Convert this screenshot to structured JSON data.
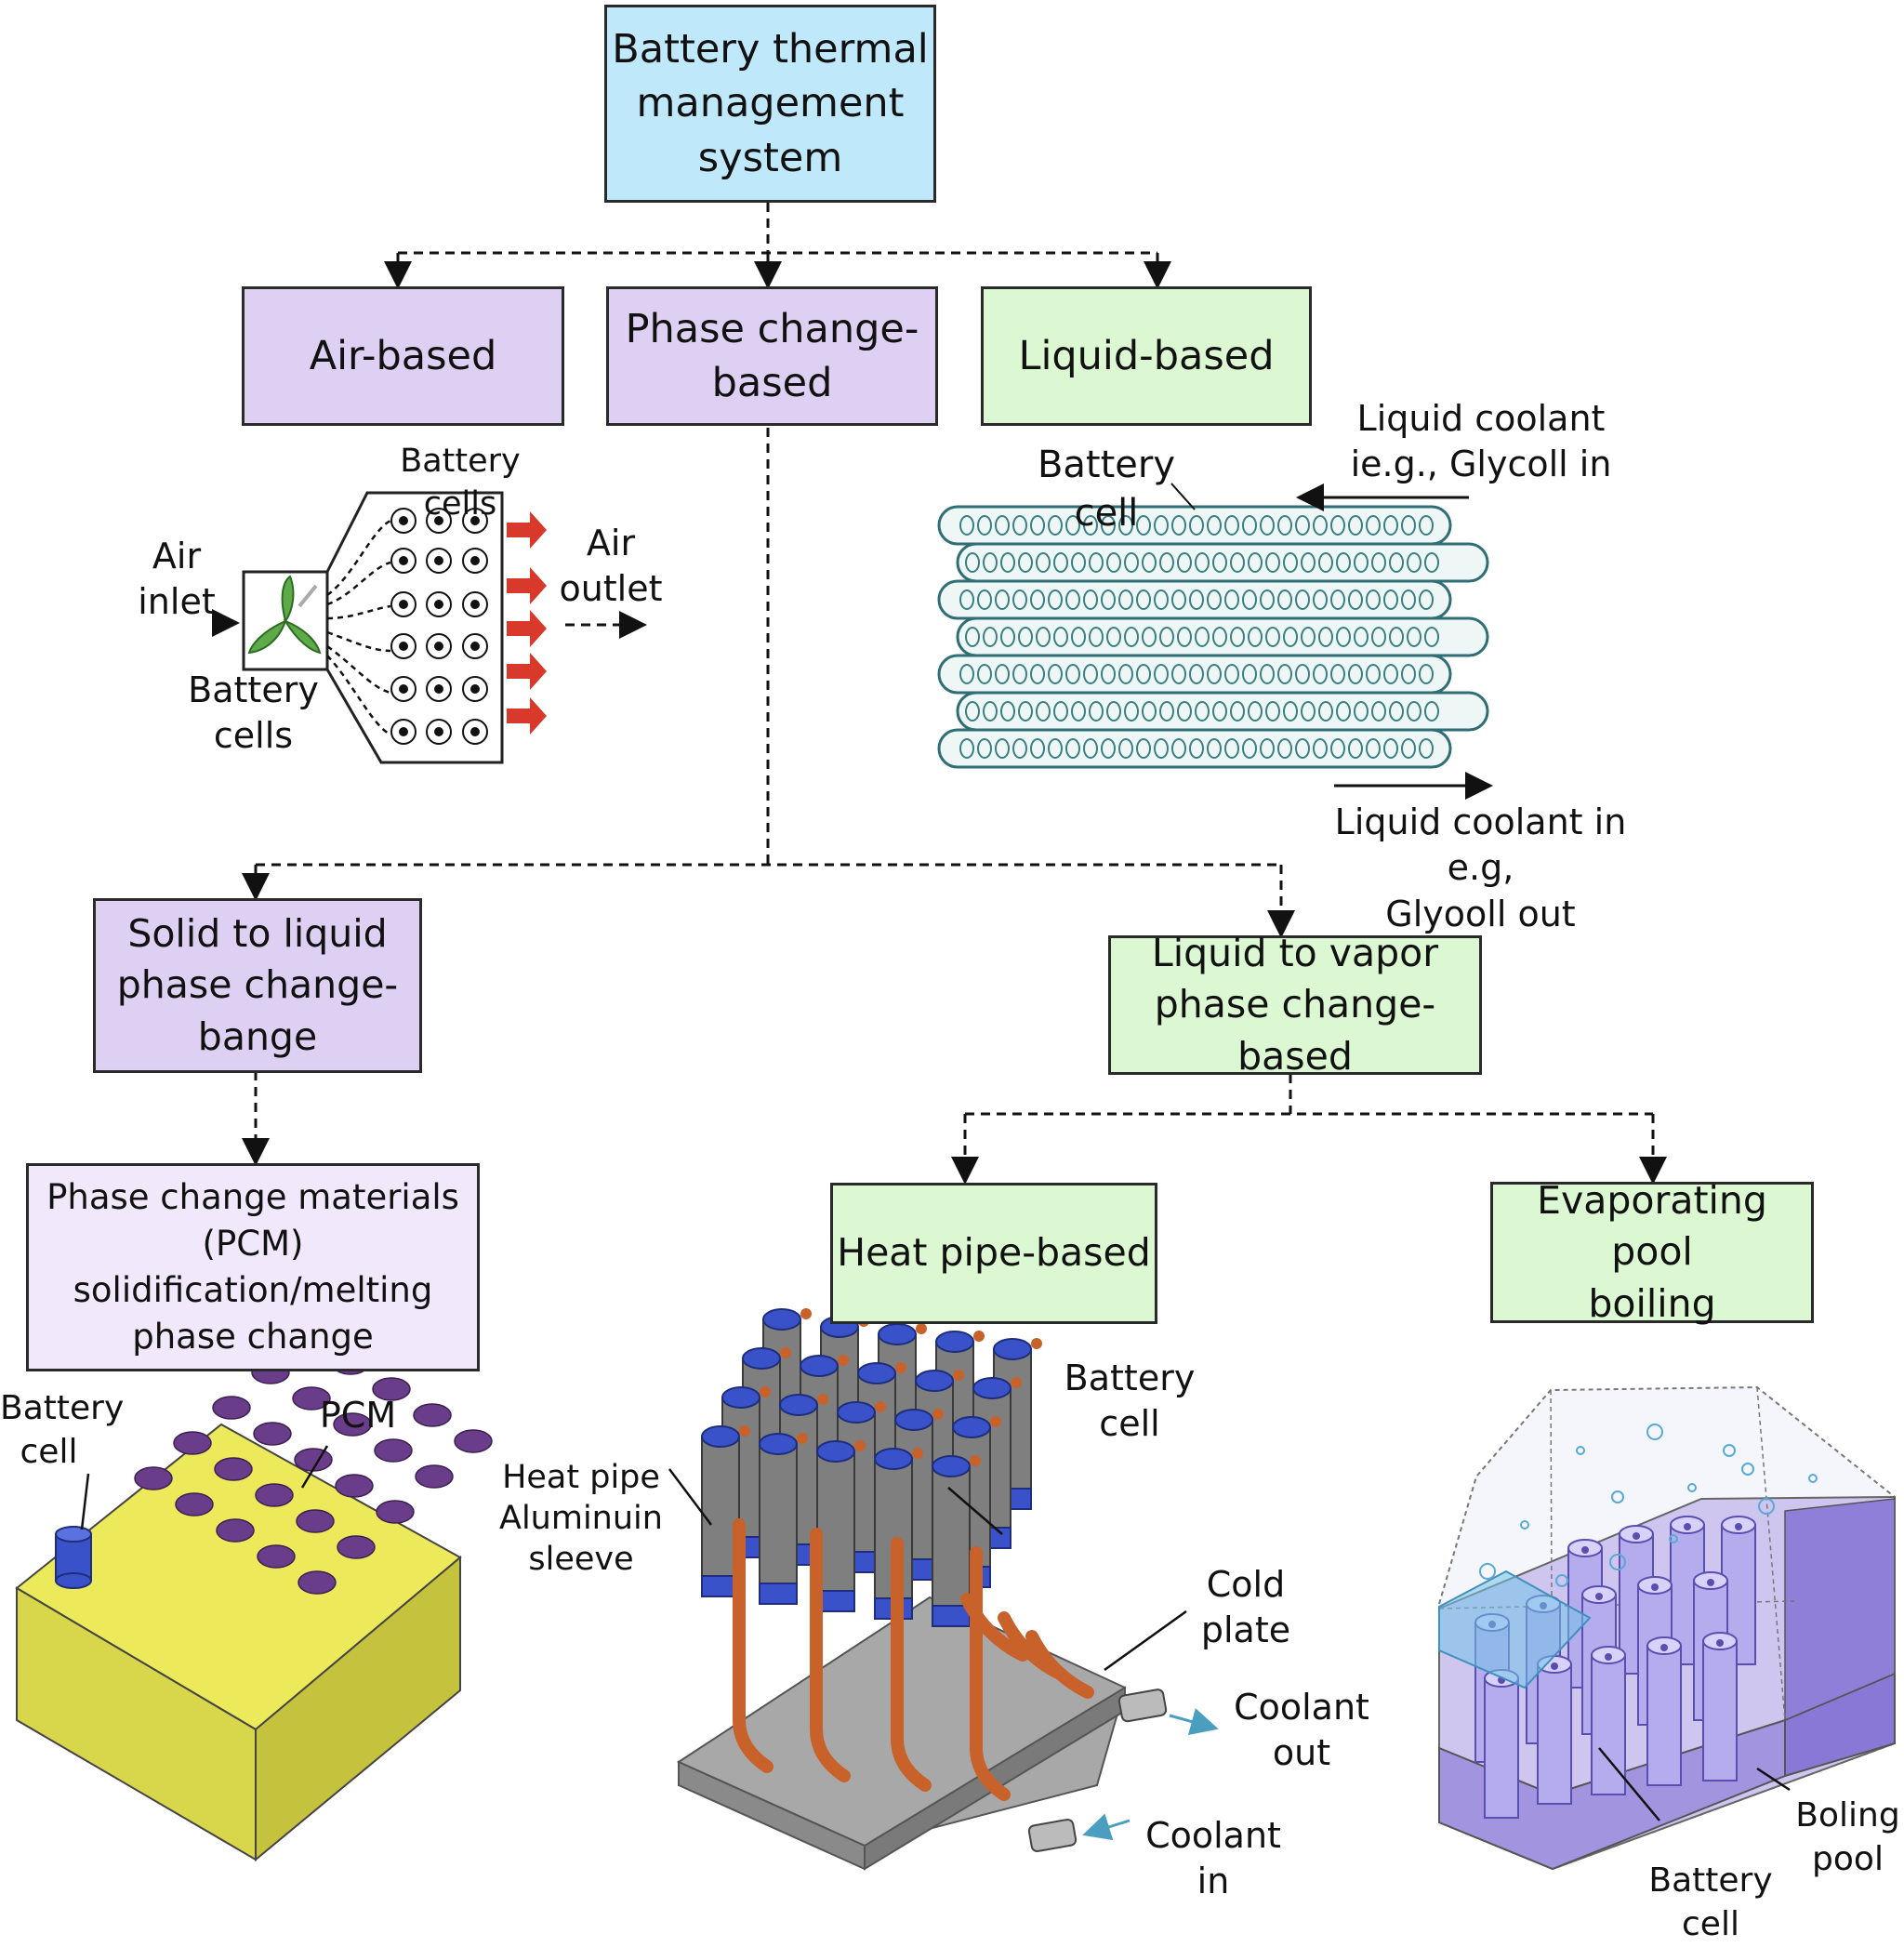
{
  "boxes": {
    "root": "Battery thermal\nmanagement\nsystem",
    "air": "Air-based",
    "phase": "Phase change-\nbased",
    "liquid": "Liquid-based",
    "solid_liquid": "Solid to liquid\nphase change-\nbange",
    "pcm": "Phase change materials\n(PCM) solidification/melting\nphase change",
    "liquid_vapor": "Liquid to vapor\nphase change-based",
    "heat_pipe": "Heat pipe-based",
    "pool": "Evaporating pool\nboiling"
  },
  "labels": {
    "air_battery_cells_top": "Battery cells",
    "air_inlet": "Air\ninlet",
    "air_outlet": "Air\noutlet",
    "air_battery_cells_bottom": "Battery\ncells",
    "liquid_battery_cell": "Battery cell",
    "coolant_in": "Liquid coolant\nie.g., Glycoll in",
    "coolant_out": "Liquid coolant in e.g,\nGlyooll out",
    "pcm_battery_cell": "Battery\ncell",
    "pcm_label": "PCM",
    "hp_battery_cell": "Battery\ncell",
    "hp_sleeve": "Heat pipe\nAluminuin\nsleeve",
    "hp_cold_plate": "Cold\nplate",
    "hp_coolant_out": "Coolant\nout",
    "hp_coolant_in": "Coolant\nin",
    "pool_boiling": "Boling\npool",
    "pool_battery_cell": "Battery cell"
  },
  "colors": {
    "root_box": "#bfe8fb",
    "purple_box": "#ddd0f2",
    "green_box": "#dcf8d2",
    "pcm_block": "#e6e35a",
    "cell_blue": "#3a52c9",
    "copper": "#c8622a",
    "arrow_red": "#d9392b"
  }
}
